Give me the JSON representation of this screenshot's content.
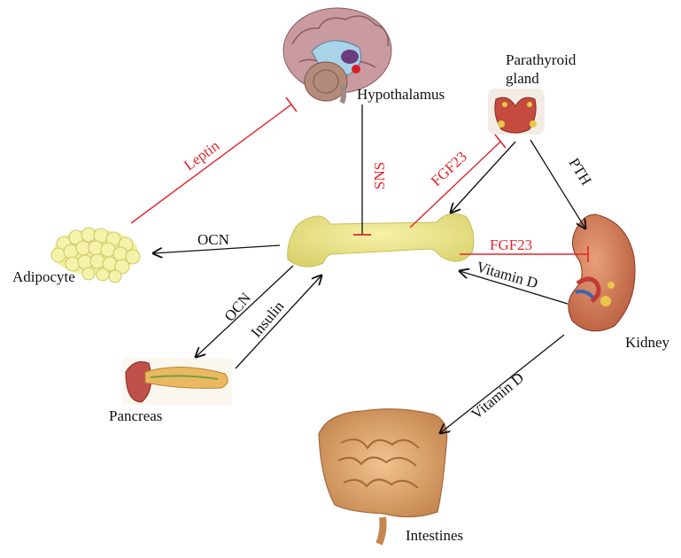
{
  "organs": {
    "hypothalamus": "Hypothalamus",
    "parathyroid_line1": "Parathyroid",
    "parathyroid_line2": "gland",
    "adipocyte": "Adipocyte",
    "kidney": "Kidney",
    "pancreas": "Pancreas",
    "intestines": "Intestines"
  },
  "edges": {
    "leptin": "Leptin",
    "sns": "SNS",
    "fgf23_parathyroid": "FGF23",
    "pth": "PTH",
    "ocn_adipocyte": "OCN",
    "fgf23_kidney": "FGF23",
    "vitamin_d_bone": "Vitamin D",
    "ocn_pancreas": "OCN",
    "insulin": "Insulin",
    "vitamin_d_intestines": "Vitamin D"
  },
  "colors": {
    "inhibit": "#e0262b",
    "stimulate": "#111111"
  },
  "icons": [
    "brain-icon",
    "parathyroid-icon",
    "bone-icon",
    "adipocyte-icon",
    "kidney-icon",
    "pancreas-icon",
    "intestines-icon"
  ]
}
